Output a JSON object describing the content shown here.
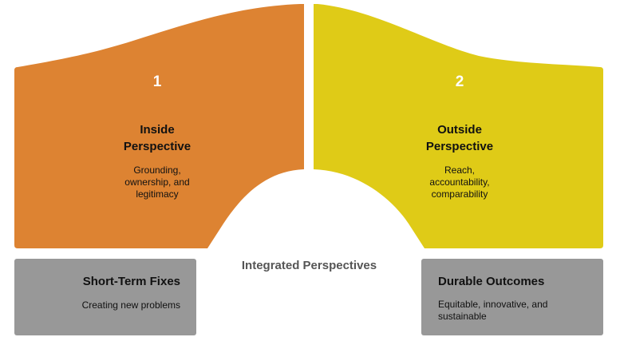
{
  "colors": {
    "inside": "#DD8332",
    "outside": "#DFCB17",
    "outcome_box": "#989898"
  },
  "left": {
    "number": "1",
    "title_line1": "Inside",
    "title_line2": "Perspective",
    "desc_line1": "Grounding,",
    "desc_line2": "ownership, and",
    "desc_line3": "legitimacy"
  },
  "right": {
    "number": "2",
    "title_line1": "Outside",
    "title_line2": "Perspective",
    "desc_line1": "Reach,",
    "desc_line2": "accountability,",
    "desc_line3": "comparability"
  },
  "center_label": "Integrated Perspectives",
  "short_term": {
    "title": "Short-Term Fixes",
    "desc": "Creating new problems"
  },
  "durable": {
    "title": "Durable Outcomes",
    "desc_line1": "Equitable, innovative, and",
    "desc_line2": "sustainable"
  }
}
